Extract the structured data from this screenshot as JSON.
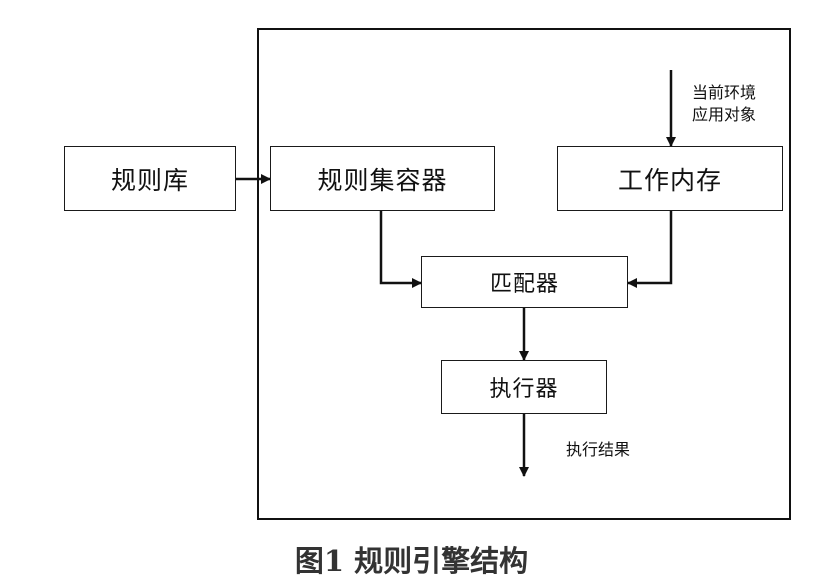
{
  "nodes": {
    "rule_base": "规则库",
    "rule_set_container": "规则集容器",
    "working_memory": "工作内存",
    "matcher": "匹配器",
    "executor": "执行器"
  },
  "annotations": {
    "input_line1": "当前环境",
    "input_line2": "应用对象",
    "output": "执行结果"
  },
  "caption": "图1  规则引擎结构"
}
